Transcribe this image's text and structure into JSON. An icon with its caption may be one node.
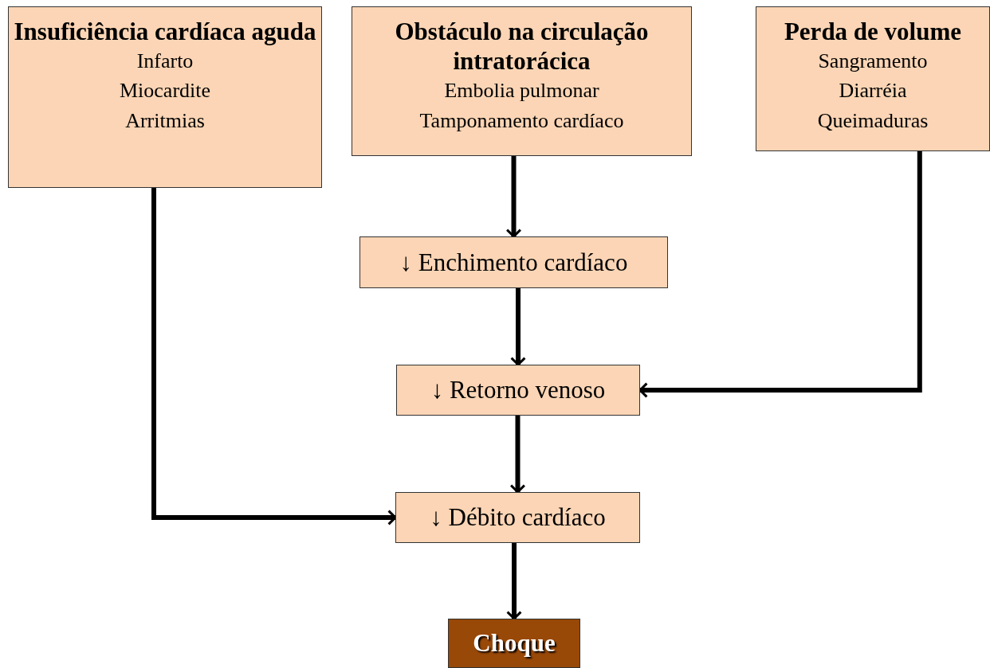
{
  "diagram": {
    "nodes": [
      {
        "text": [
          "Insuficiência cardíaca aguda",
          "Infarto",
          "Miocardite",
          "Arritmias"
        ]
      },
      {
        "text": [
          "Obstáculo na circulação intratorácica",
          "Embolia pulmonar",
          "Tamponamento cardíaco"
        ]
      },
      {
        "text": [
          "Perda de volume",
          "Sangramento",
          "Diarréia",
          "Queimaduras"
        ]
      },
      {
        "text": [
          "↓ Enchimento cardíaco"
        ]
      },
      {
        "text": [
          "↓ Retorno venoso"
        ]
      },
      {
        "text": [
          "↓ Débito cardíaco"
        ]
      },
      {
        "text": [
          "Choque"
        ]
      }
    ],
    "edges": [
      {
        "from": 1,
        "to": 3,
        "arrow": "to"
      },
      {
        "from": 3,
        "to": 4,
        "arrow": "to"
      },
      {
        "from": 4,
        "to": 5,
        "arrow": "to"
      },
      {
        "from": 5,
        "to": 6,
        "arrow": "to"
      },
      {
        "from": 2,
        "to": 4,
        "arrow": "to"
      },
      {
        "from": 0,
        "to": 5,
        "arrow": "to"
      }
    ]
  }
}
